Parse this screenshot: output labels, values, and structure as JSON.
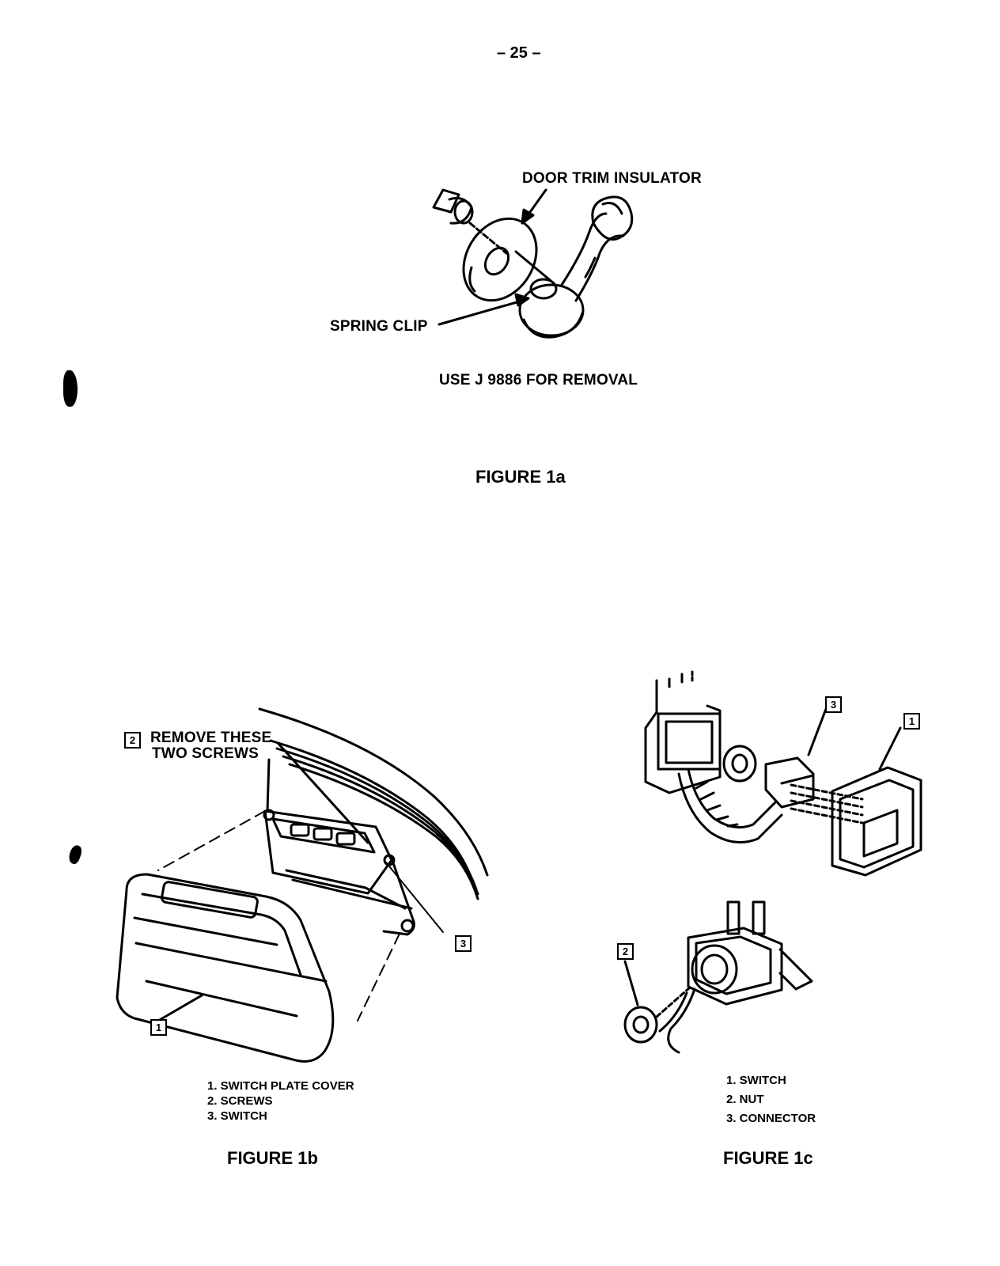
{
  "page_number": "– 25 –",
  "figure_1a": {
    "label_insulator": "DOOR TRIM INSULATOR",
    "label_clip": "SPRING CLIP",
    "note": "USE J 9886 FOR REMOVAL",
    "caption": "FIGURE 1a"
  },
  "figure_1b": {
    "callout_num": "2",
    "callout_line1": "REMOVE THESE",
    "callout_line2": "TWO SCREWS",
    "num_1": "1",
    "num_3": "3",
    "legend": [
      "1.  SWITCH PLATE COVER",
      "2.  SCREWS",
      "3.  SWITCH"
    ],
    "caption": "FIGURE 1b"
  },
  "figure_1c": {
    "num_1": "1",
    "num_2": "2",
    "num_3": "3",
    "legend": [
      "1.  SWITCH",
      "2.  NUT",
      "3.  CONNECTOR"
    ],
    "caption": "FIGURE 1c"
  }
}
